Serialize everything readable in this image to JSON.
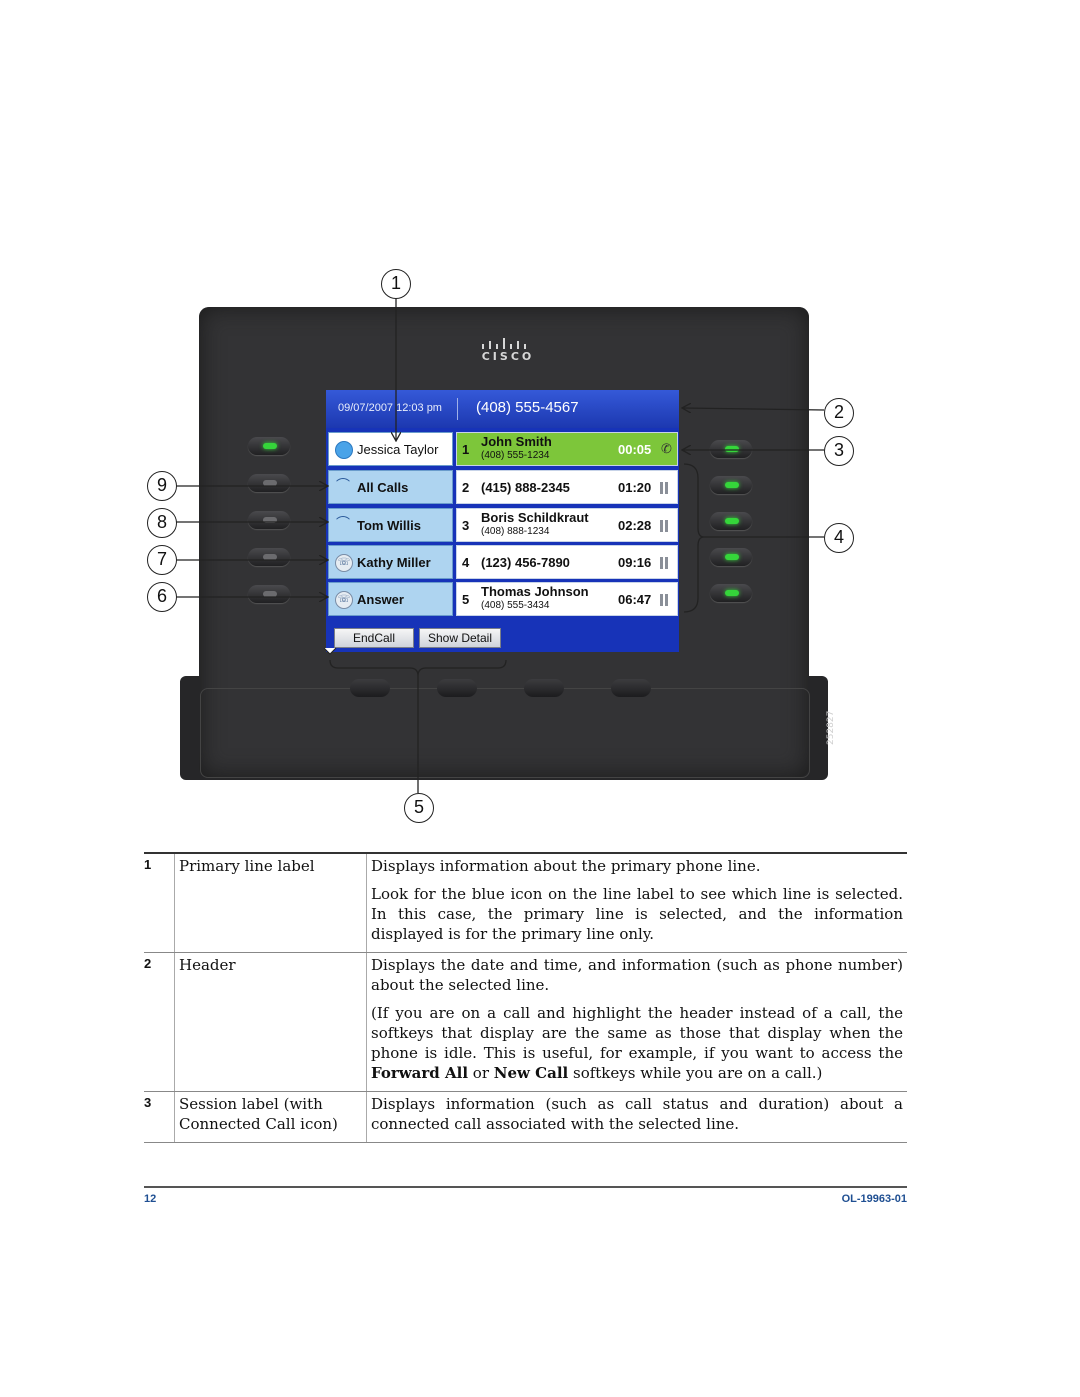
{
  "phone": {
    "brand": "CISCO",
    "figure_number": "252827",
    "header": {
      "date_time": "09/07/2007 12:03 pm",
      "phone_number": "(408) 555-4567"
    },
    "lines": [
      {
        "label": "Jessica Taylor"
      },
      {
        "label": "All Calls"
      },
      {
        "label": "Tom Willis"
      },
      {
        "label": "Kathy Miller"
      },
      {
        "label": "Answer"
      }
    ],
    "calls": [
      {
        "index": "1",
        "name": "John Smith",
        "number": "(408) 555-1234",
        "time": "00:05"
      },
      {
        "index": "2",
        "name": "(415) 888-2345",
        "number": "",
        "time": "01:20"
      },
      {
        "index": "3",
        "name": "Boris Schildkraut",
        "number": "(408) 888-1234",
        "time": "02:28"
      },
      {
        "index": "4",
        "name": "(123) 456-7890",
        "number": "",
        "time": "09:16"
      },
      {
        "index": "5",
        "name": "Thomas Johnson",
        "number": "(408) 555-3434",
        "time": "06:47"
      }
    ],
    "softkeys": [
      "EndCall",
      "Show Detail"
    ],
    "colors": {
      "active_call": "#7dc63a",
      "screen_bg": "#1733b8",
      "line_button": "#aed4f0",
      "led": "#35d63a"
    }
  },
  "callouts": [
    "1",
    "2",
    "3",
    "4",
    "5",
    "6",
    "7",
    "8",
    "9"
  ],
  "table": [
    {
      "num": "1",
      "term": "Primary line label",
      "desc": [
        "Displays information about the primary phone line.",
        "Look for the blue icon on the line label to see which line is selected. In this case, the primary line is selected, and the information displayed is for the primary line only."
      ]
    },
    {
      "num": "2",
      "term": "Header",
      "desc": [
        "Displays the date and time, and information (such as phone number) about the selected line."
      ],
      "desc2_parts": {
        "a": "(If you are on a call and highlight the header instead of a call, the softkeys that display are the same as those that display when the phone is idle. This is useful, for example, if you want to access the ",
        "b": "Forward All",
        "c": " or ",
        "d": "New Call",
        "e": " softkeys while you are on a call.)"
      }
    },
    {
      "num": "3",
      "term": "Session label (with Connected Call icon)",
      "desc": [
        "Displays information (such as call status and duration) about a connected call associated with the selected line."
      ]
    }
  ],
  "footer": {
    "page": "12",
    "doc_id": "OL-19963-01"
  }
}
